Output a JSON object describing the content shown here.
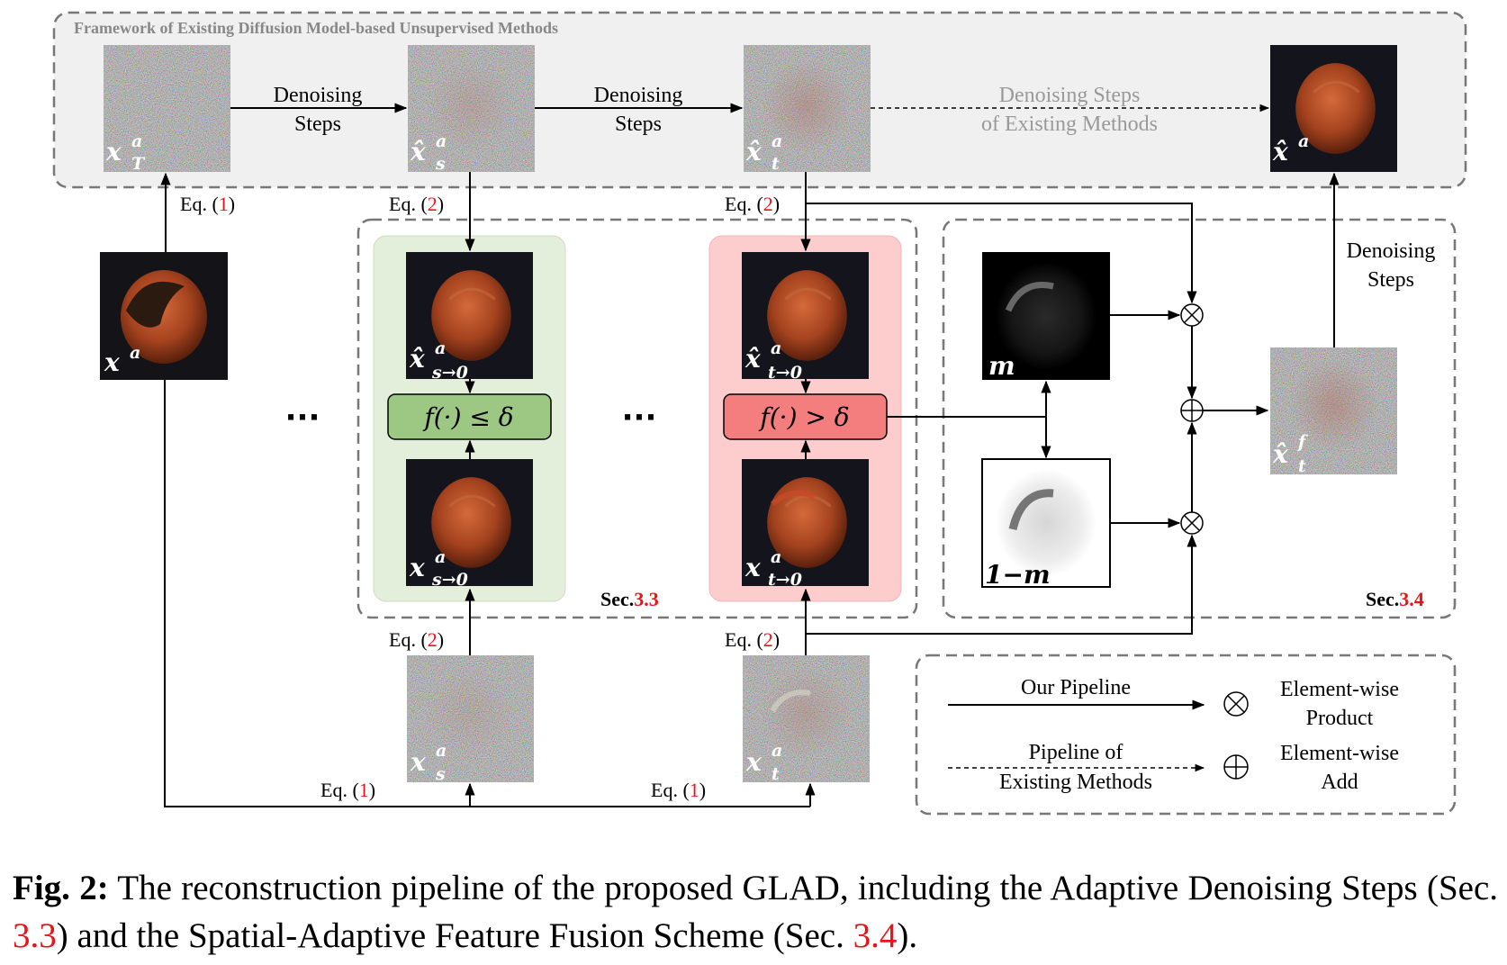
{
  "frame_title": "Framework of Existing Diffusion Model-based Unsupervised Methods",
  "top_row": {
    "xT": {
      "main": "x",
      "sup": "a",
      "sub": "T"
    },
    "xs_hat": {
      "main": "x̂",
      "sup": "a",
      "sub": "s"
    },
    "xt_hat": {
      "main": "x̂",
      "sup": "a",
      "sub": "t"
    },
    "x0_hat": {
      "main": "x̂",
      "sup": "a",
      "sub": ""
    },
    "step1_line1": "Denoising",
    "step1_line2": "Steps",
    "step2_line1": "Denoising",
    "step2_line2": "Steps",
    "existing_line1": "Denoising Steps",
    "existing_line2": "of Existing Methods"
  },
  "input": {
    "main": "x",
    "sup": "a"
  },
  "eq_prefix": "Eq. (",
  "eq_suffix": ")",
  "eq1": "1",
  "eq2": "2",
  "green_block": {
    "top": {
      "main": "x̂",
      "sup": "a",
      "sub": "s→0"
    },
    "cond": "f(·) ≤ δ",
    "bottom": {
      "main": "x",
      "sup": "a",
      "sub": "s→0"
    }
  },
  "red_block": {
    "top": {
      "main": "x̂",
      "sup": "a",
      "sub": "t→0"
    },
    "cond": "f(·) > δ",
    "bottom": {
      "main": "x",
      "sup": "a",
      "sub": "t→0"
    }
  },
  "ellipsis": "···",
  "sec33_prefix": "Sec.",
  "sec33_num": "3.3",
  "sec34_prefix": "Sec.",
  "sec34_num": "3.4",
  "mask_m": "m",
  "mask_1m": "1−m",
  "fused": {
    "main": "x̂",
    "sup": "f",
    "sub": "t"
  },
  "right_steps_1": "Denoising",
  "right_steps_2": "Steps",
  "otimes": "⊗",
  "oplus": "⊕",
  "bottom_row": {
    "xs": {
      "main": "x",
      "sup": "a",
      "sub": "s"
    },
    "xt": {
      "main": "x",
      "sup": "a",
      "sub": "t"
    }
  },
  "legend": {
    "our_pipeline": "Our Pipeline",
    "existing_1": "Pipeline of",
    "existing_2": "Existing Methods",
    "product_1": "Element-wise",
    "product_2": "Product",
    "add_1": "Element-wise",
    "add_2": "Add"
  },
  "caption": {
    "label": "Fig. 2:",
    "text1": " The reconstruction pipeline of the proposed GLAD, including the Adaptive Denoising Steps (Sec. ",
    "ref1": "3.3",
    "text2": ") and the Spatial-Adaptive Feature Fusion Scheme (Sec. ",
    "ref2": "3.4",
    "text3": ")."
  },
  "colors": {
    "eq_red": "#e8141a",
    "green_panel": "#e3efda",
    "green_box": "#9cc884",
    "red_panel": "#fdcdcd",
    "red_box": "#f47e7e",
    "frame_gray": "#f0f0f0"
  }
}
